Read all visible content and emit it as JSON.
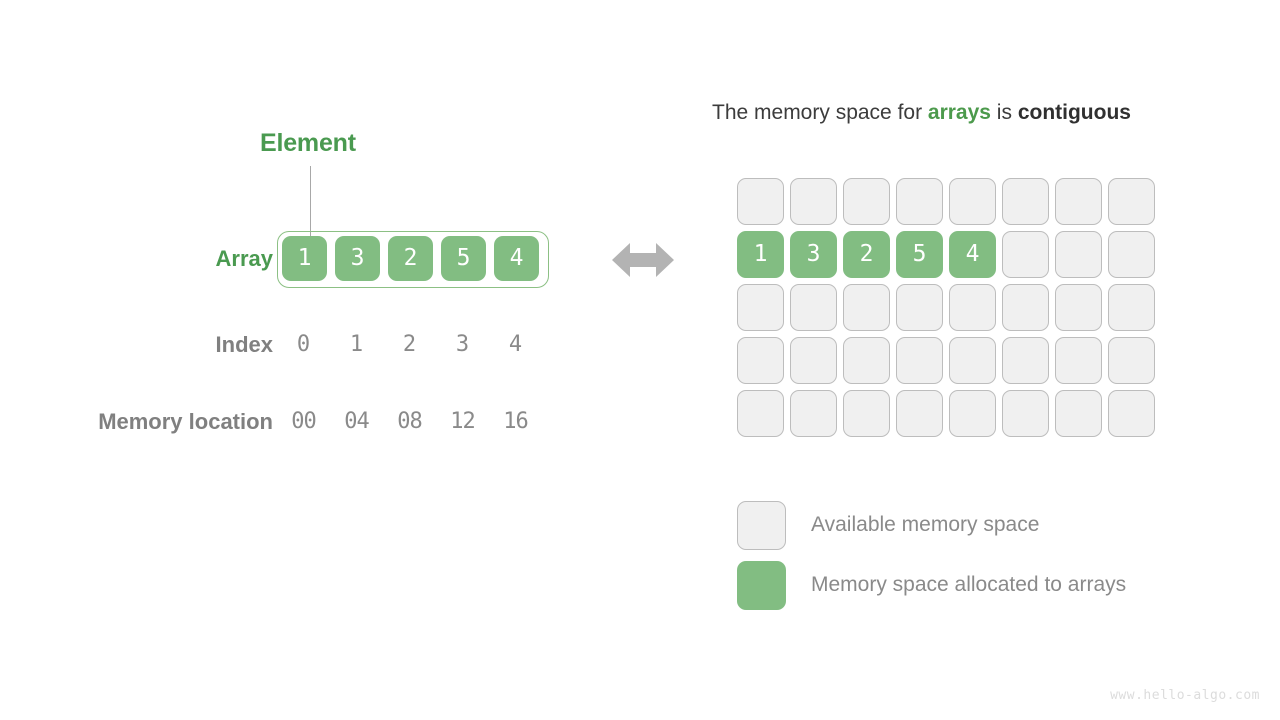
{
  "colors": {
    "green_fill": "#82bd82",
    "green_text": "#4a9a50",
    "empty_fill": "#f0f0f0",
    "empty_border": "#bdbdbd",
    "label_gray": "#808080",
    "value_gray": "#8a8a8a",
    "title_dark": "#3c3c3c",
    "arrow_gray": "#b3b3b3",
    "watermark_gray": "#dcdcdc"
  },
  "left": {
    "element_label": "Element",
    "array_label": "Array",
    "index_label": "Index",
    "memory_label": "Memory location",
    "array_values": [
      "1",
      "3",
      "2",
      "5",
      "4"
    ],
    "index_values": [
      "0",
      "1",
      "2",
      "3",
      "4"
    ],
    "memory_values": [
      "00",
      "04",
      "08",
      "12",
      "16"
    ]
  },
  "connector": {
    "icon": "vertical-leader-line"
  },
  "arrow": {
    "icon": "double-headed-horizontal-arrow"
  },
  "right": {
    "title_prefix": "The memory space for ",
    "title_keyword_green": "arrays",
    "title_middle": " is ",
    "title_keyword_dark": "contiguous",
    "grid": {
      "columns": 8,
      "rows": 5,
      "cells": [
        [
          "",
          "",
          "",
          "",
          "",
          "",
          "",
          ""
        ],
        [
          "1",
          "3",
          "2",
          "5",
          "4",
          "",
          "",
          ""
        ],
        [
          "",
          "",
          "",
          "",
          "",
          "",
          "",
          ""
        ],
        [
          "",
          "",
          "",
          "",
          "",
          "",
          "",
          ""
        ],
        [
          "",
          "",
          "",
          "",
          "",
          "",
          "",
          ""
        ]
      ]
    },
    "legend": [
      {
        "swatch": "available",
        "label": "Available memory space"
      },
      {
        "swatch": "allocated",
        "label": "Memory space allocated to arrays"
      }
    ]
  },
  "watermark": "www.hello-algo.com"
}
